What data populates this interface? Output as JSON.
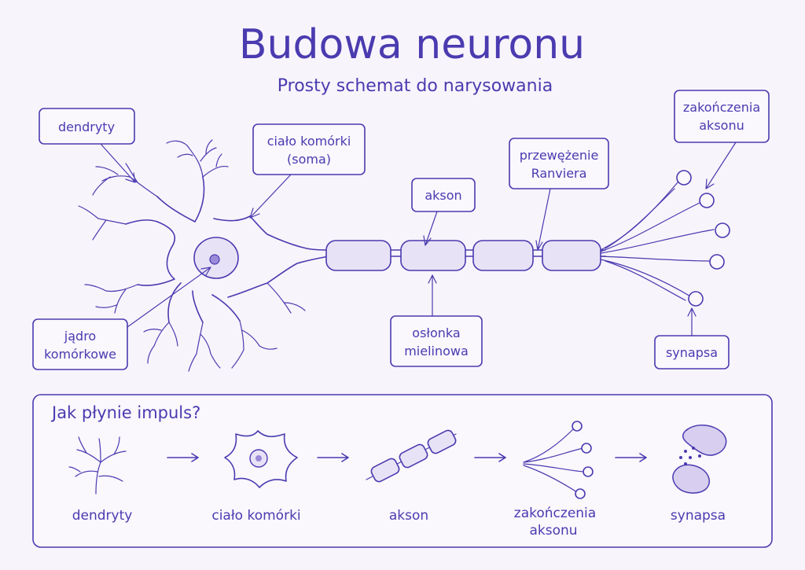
{
  "title": "Budowa neuronu",
  "subtitle": "Prosty schemat do narysowania",
  "labels": {
    "dendrites": "dendryty",
    "soma_line1": "ciało komórki",
    "soma_line2": "(soma)",
    "axon": "akson",
    "ranvier_line1": "przewężenie",
    "ranvier_line2": "Ranviera",
    "terminals_line1": "zakończenia",
    "terminals_line2": "aksonu",
    "nucleus_line1": "jądro",
    "nucleus_line2": "komórkowe",
    "myelin_line1": "osłonka",
    "myelin_line2": "mielinowa",
    "synapse": "synapsa"
  },
  "flow": {
    "title": "Jak płynie impuls?",
    "steps": [
      {
        "label": "dendryty",
        "icon": "dendrite-icon"
      },
      {
        "label": "ciało komórki",
        "icon": "cell-body-icon"
      },
      {
        "label": "akson",
        "icon": "axon-icon"
      },
      {
        "label_line1": "zakończenia",
        "label_line2": "aksonu",
        "icon": "axon-terminals-icon"
      },
      {
        "label": "synapsa",
        "icon": "synapse-icon"
      }
    ]
  },
  "colors": {
    "ink": "#4a3bb0",
    "background": "#f8f4fb",
    "fill": "#e8e2f6"
  }
}
